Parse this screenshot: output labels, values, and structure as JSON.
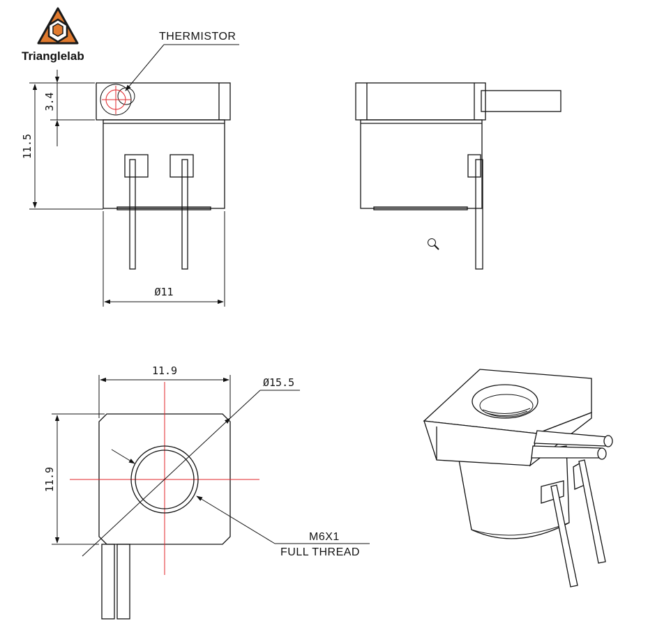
{
  "brand": {
    "name": "Trianglelab",
    "accent_color": "#e07a2e"
  },
  "colors": {
    "centerline": "#e0262a",
    "outline": "#111111"
  },
  "side_view": {
    "thermistor_label": "THERMISTOR",
    "dim_top_height": "3.4",
    "dim_total_height": "11.5",
    "dim_diameter": "Ø11"
  },
  "top_view": {
    "dim_width": "11.9",
    "dim_height": "11.9",
    "dim_diagonal": "Ø15.5",
    "thread_line1": "M6X1",
    "thread_line2": "FULL THREAD"
  },
  "zoom_cursor_icon": "magnifier-icon"
}
